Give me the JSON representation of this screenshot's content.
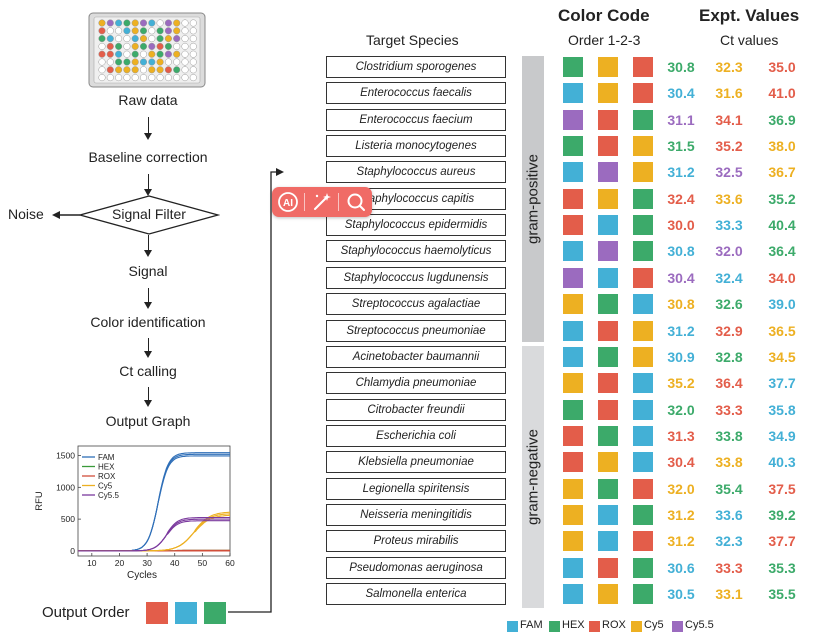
{
  "flow": {
    "raw_data": "Raw data",
    "baseline": "Baseline correction",
    "signal_filter": "Signal Filter",
    "noise": "Noise",
    "signal": "Signal",
    "color_id": "Color identification",
    "ct_calling": "Ct calling",
    "output_graph": "Output Graph",
    "output_order": "Output Order"
  },
  "output_order_colors": [
    "#e35d4a",
    "#43b0d6",
    "#3caa6a"
  ],
  "headers": {
    "target_species": "Target Species",
    "color_code": "Color Code",
    "order": "Order 1-2-3",
    "expt_values": "Expt. Values",
    "ct_values": "Ct values"
  },
  "groups": {
    "gram_positive": "gram-positive",
    "gram_negative": "gram-negative"
  },
  "colors": {
    "FAM": "#43b0d6",
    "HEX": "#3caa6a",
    "ROX": "#e35d4a",
    "Cy5": "#edb022",
    "Cy5.5": "#9b6bbf"
  },
  "legend": [
    "FAM",
    "HEX",
    "ROX",
    "Cy5",
    "Cy5.5"
  ],
  "rows": [
    {
      "species": "Clostridium sporogenes",
      "codes": [
        "HEX",
        "Cy5",
        "ROX"
      ],
      "ct": [
        "30.8",
        "32.3",
        "35.0"
      ]
    },
    {
      "species": "Enterococcus faecalis",
      "codes": [
        "FAM",
        "Cy5",
        "ROX"
      ],
      "ct": [
        "30.4",
        "31.6",
        "41.0"
      ]
    },
    {
      "species": "Enterococcus faecium",
      "codes": [
        "Cy5.5",
        "ROX",
        "HEX"
      ],
      "ct": [
        "31.1",
        "34.1",
        "36.9"
      ]
    },
    {
      "species": "Listeria monocytogenes",
      "codes": [
        "HEX",
        "ROX",
        "Cy5"
      ],
      "ct": [
        "31.5",
        "35.2",
        "38.0"
      ]
    },
    {
      "species": "Staphylococcus aureus",
      "codes": [
        "FAM",
        "Cy5.5",
        "Cy5"
      ],
      "ct": [
        "31.2",
        "32.5",
        "36.7"
      ]
    },
    {
      "species": "Staphylococcus capitis",
      "codes": [
        "ROX",
        "Cy5",
        "HEX"
      ],
      "ct": [
        "32.4",
        "33.6",
        "35.2"
      ]
    },
    {
      "species": "Staphylococcus epidermidis",
      "codes": [
        "ROX",
        "FAM",
        "HEX"
      ],
      "ct": [
        "30.0",
        "33.3",
        "40.4"
      ]
    },
    {
      "species": "Staphylococcus haemolyticus",
      "codes": [
        "FAM",
        "Cy5.5",
        "HEX"
      ],
      "ct": [
        "30.8",
        "32.0",
        "36.4"
      ]
    },
    {
      "species": "Staphylococcus lugdunensis",
      "codes": [
        "Cy5.5",
        "FAM",
        "ROX"
      ],
      "ct": [
        "30.4",
        "32.4",
        "34.0"
      ]
    },
    {
      "species": "Streptococcus agalactiae",
      "codes": [
        "Cy5",
        "HEX",
        "FAM"
      ],
      "ct": [
        "30.8",
        "32.6",
        "39.0"
      ]
    },
    {
      "species": "Streptococcus pneumoniae",
      "codes": [
        "FAM",
        "ROX",
        "Cy5"
      ],
      "ct": [
        "31.2",
        "32.9",
        "36.5"
      ]
    },
    {
      "species": "Acinetobacter baumannii",
      "codes": [
        "FAM",
        "HEX",
        "Cy5"
      ],
      "ct": [
        "30.9",
        "32.8",
        "34.5"
      ]
    },
    {
      "species": "Chlamydia pneumoniae",
      "codes": [
        "Cy5",
        "ROX",
        "FAM"
      ],
      "ct": [
        "35.2",
        "36.4",
        "37.7"
      ]
    },
    {
      "species": "Citrobacter freundii",
      "codes": [
        "HEX",
        "ROX",
        "FAM"
      ],
      "ct": [
        "32.0",
        "33.3",
        "35.8"
      ]
    },
    {
      "species": "Escherichia coli",
      "codes": [
        "ROX",
        "HEX",
        "FAM"
      ],
      "ct": [
        "31.3",
        "33.8",
        "34.9"
      ]
    },
    {
      "species": "Klebsiella pneumoniae",
      "codes": [
        "ROX",
        "Cy5",
        "FAM"
      ],
      "ct": [
        "30.4",
        "33.8",
        "40.3"
      ]
    },
    {
      "species": "Legionella spiritensis",
      "codes": [
        "Cy5",
        "HEX",
        "ROX"
      ],
      "ct": [
        "32.0",
        "35.4",
        "37.5"
      ]
    },
    {
      "species": "Neisseria meningitidis",
      "codes": [
        "Cy5",
        "FAM",
        "HEX"
      ],
      "ct": [
        "31.2",
        "33.6",
        "39.2"
      ]
    },
    {
      "species": "Proteus mirabilis",
      "codes": [
        "Cy5",
        "FAM",
        "ROX"
      ],
      "ct": [
        "31.2",
        "32.3",
        "37.7"
      ]
    },
    {
      "species": "Pseudomonas aeruginosa",
      "codes": [
        "FAM",
        "ROX",
        "HEX"
      ],
      "ct": [
        "30.6",
        "33.3",
        "35.3"
      ]
    },
    {
      "species": "Salmonella enterica",
      "codes": [
        "FAM",
        "Cy5",
        "HEX"
      ],
      "ct": [
        "30.5",
        "33.1",
        "35.5"
      ]
    }
  ],
  "graph": {
    "ylabel": "RFU",
    "xlabel": "Cycles",
    "yticks": [
      "1500",
      "1000",
      "500",
      "0"
    ],
    "xticks": [
      "10",
      "20",
      "30",
      "40",
      "50",
      "60"
    ],
    "legend": [
      "FAM",
      "HEX",
      "ROX",
      "Cy5",
      "Cy5.5"
    ]
  },
  "chart_data": {
    "type": "line",
    "xlabel": "Cycles",
    "ylabel": "RFU",
    "xlim": [
      5,
      60
    ],
    "ylim": [
      -80,
      1650
    ],
    "series": [
      {
        "name": "FAM",
        "color": "#2f6fb8",
        "plateau": 1520,
        "midpoint": 34,
        "slope": 0.55
      },
      {
        "name": "HEX",
        "color": "#3a9a3a",
        "plateau": 0,
        "midpoint": 40,
        "slope": 0.5
      },
      {
        "name": "ROX",
        "color": "#d14f3b",
        "plateau": 0,
        "midpoint": 40,
        "slope": 0.5
      },
      {
        "name": "Cy5",
        "color": "#edb022",
        "plateau": 590,
        "midpoint": 47,
        "slope": 0.35
      },
      {
        "name": "Cy5.5",
        "color": "#7b3a9e",
        "plateau": 500,
        "midpoint": 37,
        "slope": 0.5
      }
    ]
  }
}
